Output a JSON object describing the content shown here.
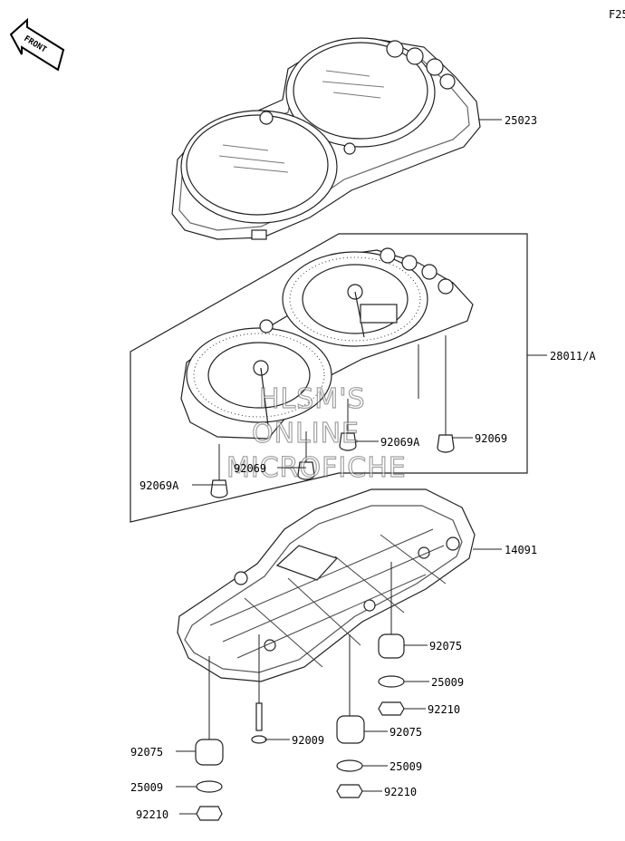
{
  "sheet_code": "F25",
  "front_label": "FRONT",
  "watermark": [
    "HLSM'S",
    "ONLINE",
    "MICROFICHE"
  ],
  "callouts": {
    "meter_cover": "25023",
    "meter_assy": "28011/A",
    "grommet_a_left": "92069A",
    "grommet_a_right": "92069A",
    "grommet_center": "92069",
    "grommet_right": "92069",
    "meter_case": "14091",
    "damper_right_upper": "92075",
    "washer_right_upper": "25009",
    "nut_right_upper": "92210",
    "screw": "92009",
    "damper_center": "92075",
    "washer_center": "25009",
    "nut_center": "92210",
    "damper_left": "92075",
    "washer_left": "25009",
    "nut_left": "92210"
  }
}
